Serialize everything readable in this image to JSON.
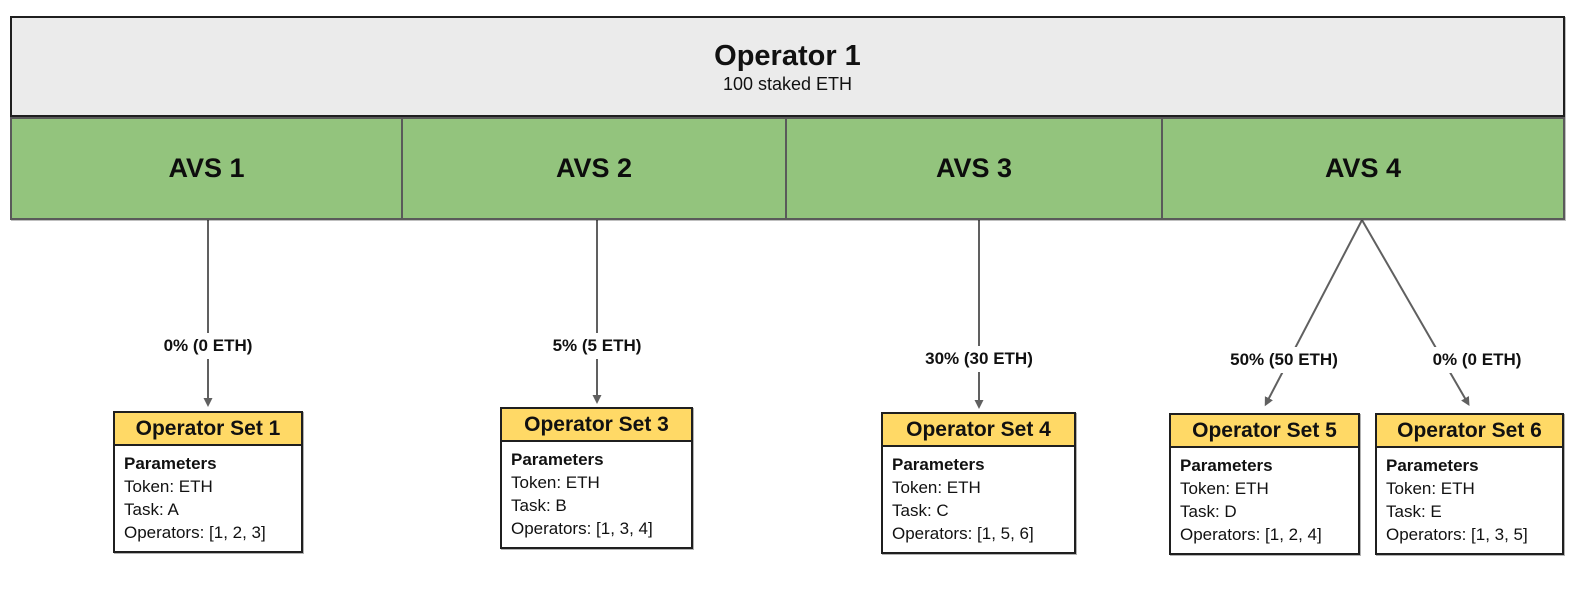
{
  "operator": {
    "title": "Operator 1",
    "subtitle": "100 staked ETH"
  },
  "avs_sections": [
    {
      "label": "AVS 1"
    },
    {
      "label": "AVS 2"
    },
    {
      "label": "AVS 3"
    },
    {
      "label": "AVS 4"
    }
  ],
  "allocations": [
    {
      "label": "0% (0 ETH)",
      "from": "AVS 1",
      "to": "Operator Set 1"
    },
    {
      "label": "5% (5 ETH)",
      "from": "AVS 2",
      "to": "Operator Set 3"
    },
    {
      "label": "30% (30 ETH)",
      "from": "AVS 3",
      "to": "Operator Set 4"
    },
    {
      "label": "50% (50 ETH)",
      "from": "AVS 4",
      "to": "Operator Set 5"
    },
    {
      "label": "0% (0 ETH)",
      "from": "AVS 4",
      "to": "Operator Set 6"
    }
  ],
  "operator_sets": [
    {
      "title": "Operator Set 1",
      "params_heading": "Parameters",
      "token_line": "Token: ETH",
      "task_line": "Task: A",
      "operators_line": "Operators: [1, 2, 3]"
    },
    {
      "title": "Operator Set 3",
      "params_heading": "Parameters",
      "token_line": "Token: ETH",
      "task_line": "Task: B",
      "operators_line": "Operators: [1, 3, 4]"
    },
    {
      "title": "Operator Set 4",
      "params_heading": "Parameters",
      "token_line": "Token: ETH",
      "task_line": "Task: C",
      "operators_line": "Operators: [1, 5, 6]"
    },
    {
      "title": "Operator Set 5",
      "params_heading": "Parameters",
      "token_line": "Token: ETH",
      "task_line": "Task: D",
      "operators_line": "Operators: [1, 2, 4]"
    },
    {
      "title": "Operator Set 6",
      "params_heading": "Parameters",
      "token_line": "Token: ETH",
      "task_line": "Task: E",
      "operators_line": "Operators: [1, 3, 5]"
    }
  ],
  "colors": {
    "avs_green": "#93c47d",
    "set_header_yellow": "#ffd966",
    "operator_gray": "#ebebeb",
    "arrow_gray": "#606060",
    "border_dark": "#1f1f1f"
  }
}
